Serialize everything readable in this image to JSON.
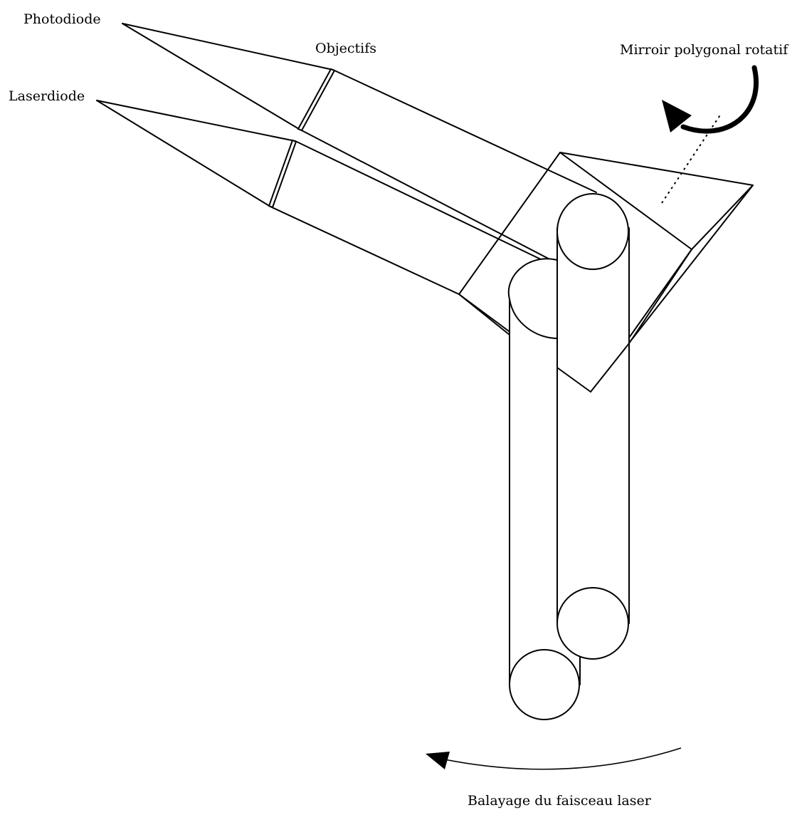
{
  "labels": {
    "photodiode": "Photodiode",
    "laserdiode": "Laserdiode",
    "objectifs": "Objectifs",
    "mirror": "Mirroir polygonal rotatif",
    "scan": "Balayage du faisceau laser"
  },
  "colors": {
    "line": "#000000",
    "background": "#ffffff"
  },
  "icons": {
    "rotation": "curved-arrow-icon",
    "scan": "arc-arrow-icon"
  }
}
